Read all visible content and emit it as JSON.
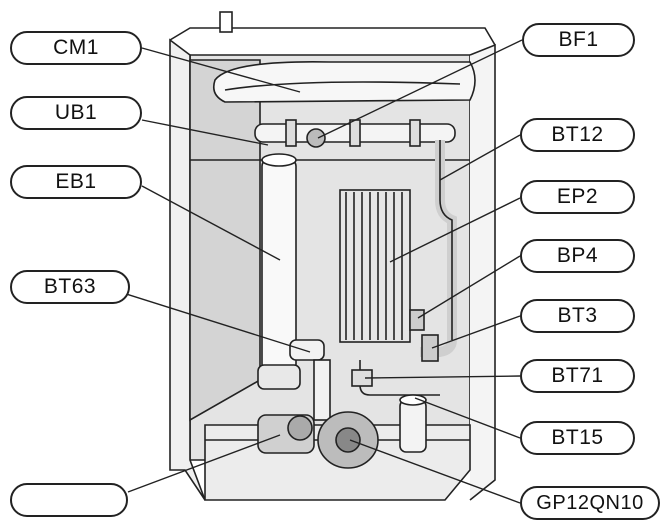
{
  "labels": {
    "cm1": "CM1",
    "ub1": "UB1",
    "eb1": "EB1",
    "bt63": "BT63",
    "unnamed": "",
    "bf1": "BF1",
    "bt12": "BT12",
    "ep2": "EP2",
    "bp4": "BP4",
    "bt3": "BT3",
    "bt71": "BT71",
    "bt15": "BT15",
    "gp12": "GP12QN10"
  },
  "colors": {
    "outline": "#222222",
    "panel_shade": "#d9d9d9",
    "frame": "#f2f2f2"
  }
}
